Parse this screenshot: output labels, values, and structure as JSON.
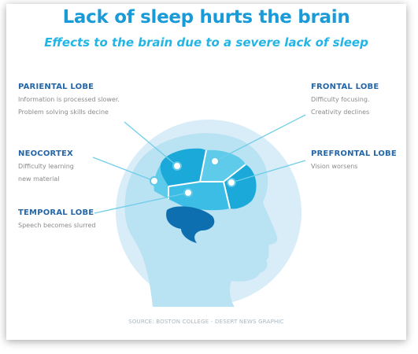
{
  "header": {
    "title": "Lack of sleep hurts the brain",
    "subtitle": "Effects to the brain due to a severe lack of sleep"
  },
  "regions": {
    "parietal": {
      "heading": "PARIENTAL LOBE",
      "lines": [
        "Information is processed slower.",
        "Problem solving skills decine"
      ]
    },
    "neocortex": {
      "heading": "NEOCORTEX",
      "lines": [
        "Difficulty learning",
        "new material"
      ]
    },
    "temporal": {
      "heading": "TEMPORAL LOBE",
      "lines": [
        "Speech becomes slurred"
      ]
    },
    "frontal": {
      "heading": "FRONTAL LOBE",
      "lines": [
        "Difficulty focusing.",
        "Creativity declines"
      ]
    },
    "prefrontal": {
      "heading": "PREFRONTAL LOBE",
      "lines": [
        "Vision worsens"
      ]
    }
  },
  "footer": {
    "source": "SOURCE: BOSTON COLLEGE - DESERT NEWS GRAPHIC"
  },
  "colors": {
    "title": "#1a9bd7",
    "heading": "#2466a6",
    "body_text": "#8a8a8a",
    "circle": "#d9edf8",
    "head": "#b9e2f3",
    "brain_light": "#5fcbea",
    "brain_mid": "#1aa9d8",
    "brain_dark": "#0e6fb0",
    "leader_line": "#6fcde9"
  }
}
